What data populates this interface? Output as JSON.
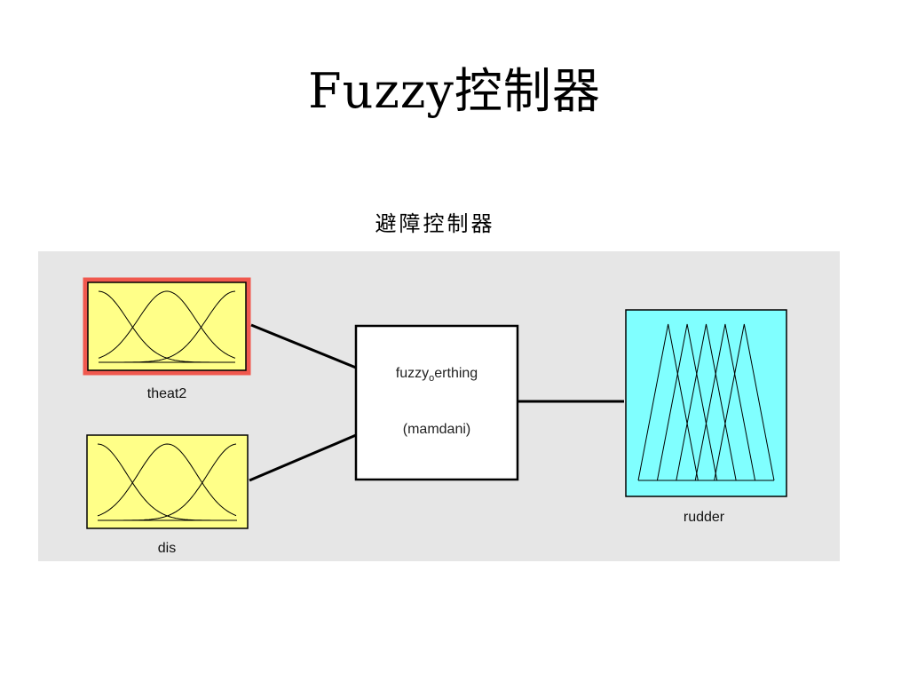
{
  "title": "Fuzzy控制器",
  "subtitle": "避障控制器",
  "diagram": {
    "inputs": [
      {
        "name": "theat2",
        "selected": true,
        "color": "#ffff88",
        "shape": "gaussian",
        "mf_count": 3
      },
      {
        "name": "dis",
        "selected": false,
        "color": "#ffff88",
        "shape": "gaussian",
        "mf_count": 3
      }
    ],
    "system": {
      "name_prefix": "fuzzy",
      "name_subscript": "o",
      "name_suffix": "erthing",
      "type": "(mamdani)"
    },
    "output": {
      "name": "rudder",
      "color": "#80ffff",
      "shape": "triangular",
      "mf_count": 5
    },
    "colors": {
      "selection_border": "#f0584e",
      "background": "#e6e6e6"
    }
  }
}
